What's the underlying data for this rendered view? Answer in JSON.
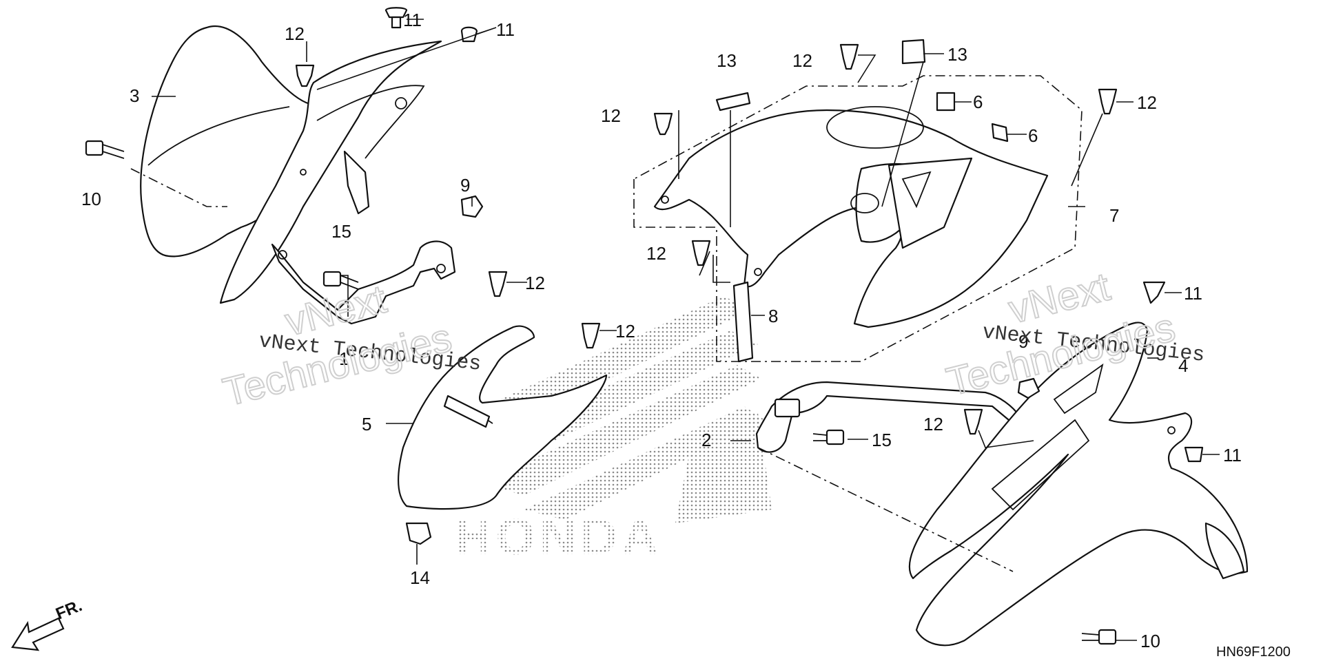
{
  "parts": {
    "c1": "1",
    "c2": "2",
    "c3": "3",
    "c4": "4",
    "c5": "5",
    "c6": "6",
    "c7": "7",
    "c8": "8",
    "c9": "9",
    "c10": "10",
    "c11": "11",
    "c12": "12",
    "c13": "13",
    "c14": "14",
    "c15": "15"
  },
  "watermark": {
    "line1": "vNext Technologies",
    "big1": "vNext",
    "big2": "Technologies"
  },
  "logo": {
    "text": "HONDA"
  },
  "direction": {
    "label": "FR."
  },
  "reference_code": "HN69F1200"
}
